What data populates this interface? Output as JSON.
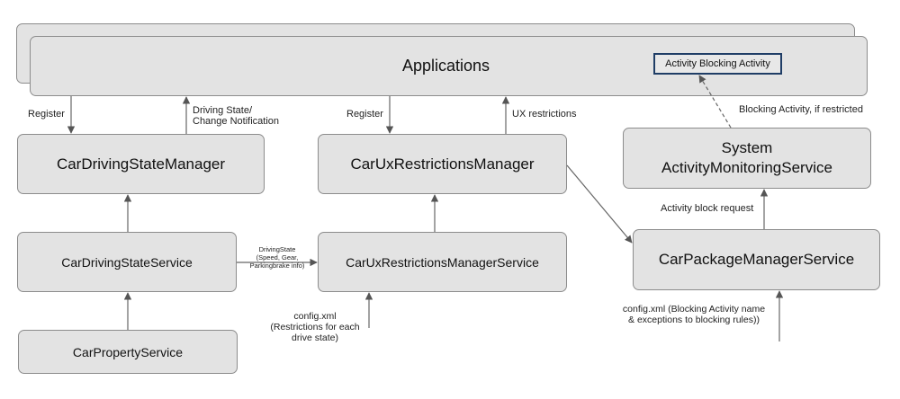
{
  "applications": {
    "title": "Applications",
    "blocking_activity": "Activity Blocking Activity"
  },
  "components": {
    "driving_state_manager": "CarDrivingStateManager",
    "ux_restrictions_manager": "CarUxRestrictionsManager",
    "activity_monitoring_line1": "System",
    "activity_monitoring_line2": "ActivityMonitoringService",
    "driving_state_service": "CarDrivingStateService",
    "ux_restrictions_manager_service": "CarUxRestrictionsManagerService",
    "package_manager_service": "CarPackageManagerService",
    "property_service": "CarPropertyService"
  },
  "labels": {
    "register_left": "Register",
    "driving_state_change_1": "Driving State/",
    "driving_state_change_2": "Change Notification",
    "register_mid": "Register",
    "ux_restrictions": "UX restrictions",
    "blocking_if_restricted": "Blocking Activity, if restricted",
    "activity_block_request": "Activity block request",
    "drivingstate_1": "DrivingState",
    "drivingstate_2": "(Speed, Gear,",
    "drivingstate_3": "Parkingbrake info)",
    "config_mid_1": "config.xml",
    "config_mid_2": "(Restrictions for each",
    "config_mid_3": "drive state)",
    "config_right_1": "config.xml (Blocking Activity name",
    "config_right_2": "& exceptions to blocking rules))"
  }
}
